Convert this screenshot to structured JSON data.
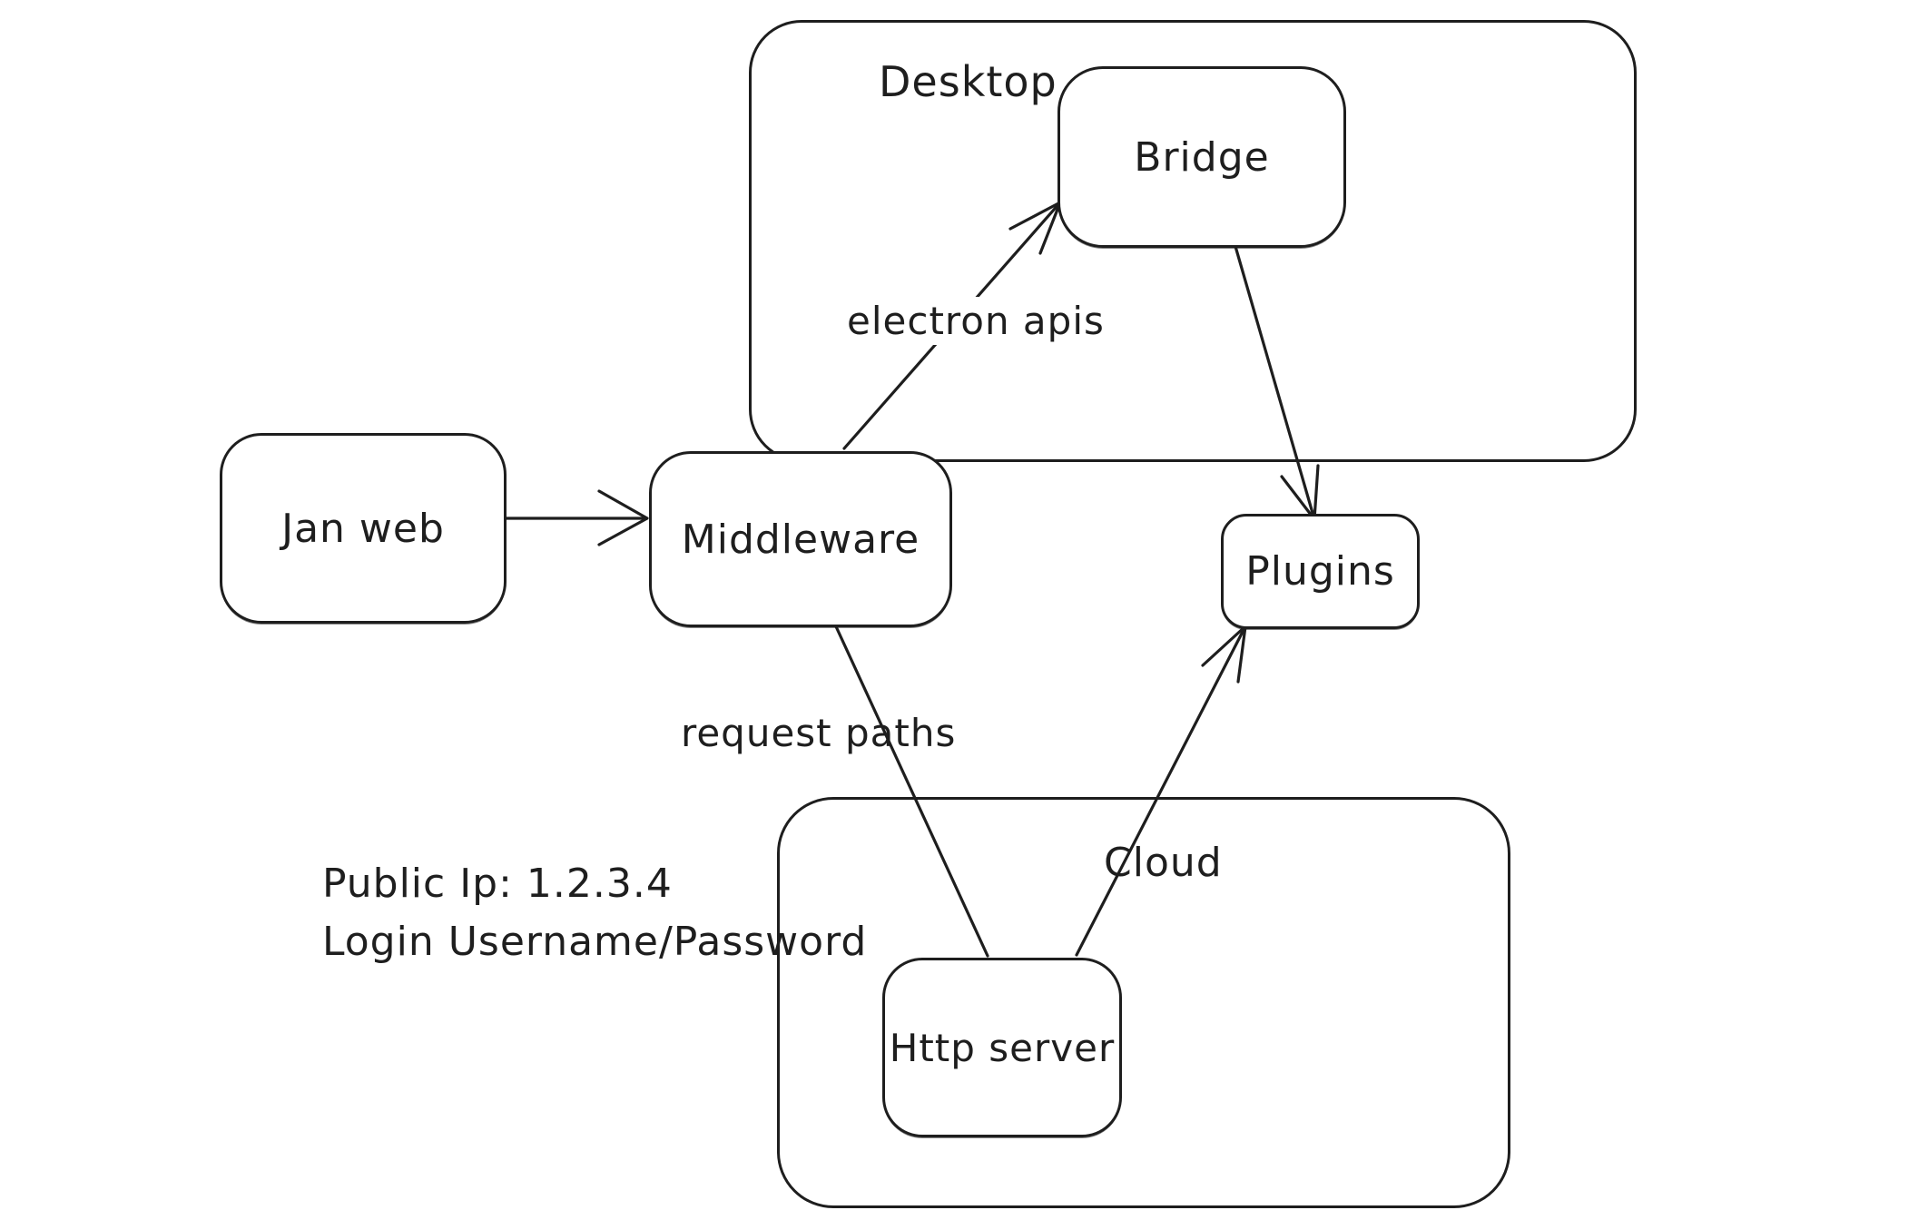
{
  "diagram": {
    "background": "#ffffff",
    "stroke": "#1e1e1e",
    "containers": [
      {
        "id": "desktop",
        "label": "Desktop"
      },
      {
        "id": "cloud",
        "label": "Cloud"
      }
    ],
    "nodes": [
      {
        "id": "jan-web",
        "label": "Jan web"
      },
      {
        "id": "middleware",
        "label": "Middleware"
      },
      {
        "id": "bridge",
        "label": "Bridge"
      },
      {
        "id": "plugins",
        "label": "Plugins"
      },
      {
        "id": "http-server",
        "label": "Http server"
      }
    ],
    "edges": [
      {
        "from": "jan-web",
        "to": "middleware",
        "label": "",
        "arrowhead": true
      },
      {
        "from": "middleware",
        "to": "bridge",
        "label": "electron apis",
        "arrowhead": true
      },
      {
        "from": "bridge",
        "to": "plugins",
        "label": "",
        "arrowhead": true
      },
      {
        "from": "middleware",
        "to": "http-server",
        "label": "request paths",
        "arrowhead": false
      },
      {
        "from": "http-server",
        "to": "plugins",
        "label": "",
        "arrowhead": true
      }
    ],
    "annotations": {
      "line1": "Public Ip: 1.2.3.4",
      "line2": "Login Username/Password"
    }
  }
}
